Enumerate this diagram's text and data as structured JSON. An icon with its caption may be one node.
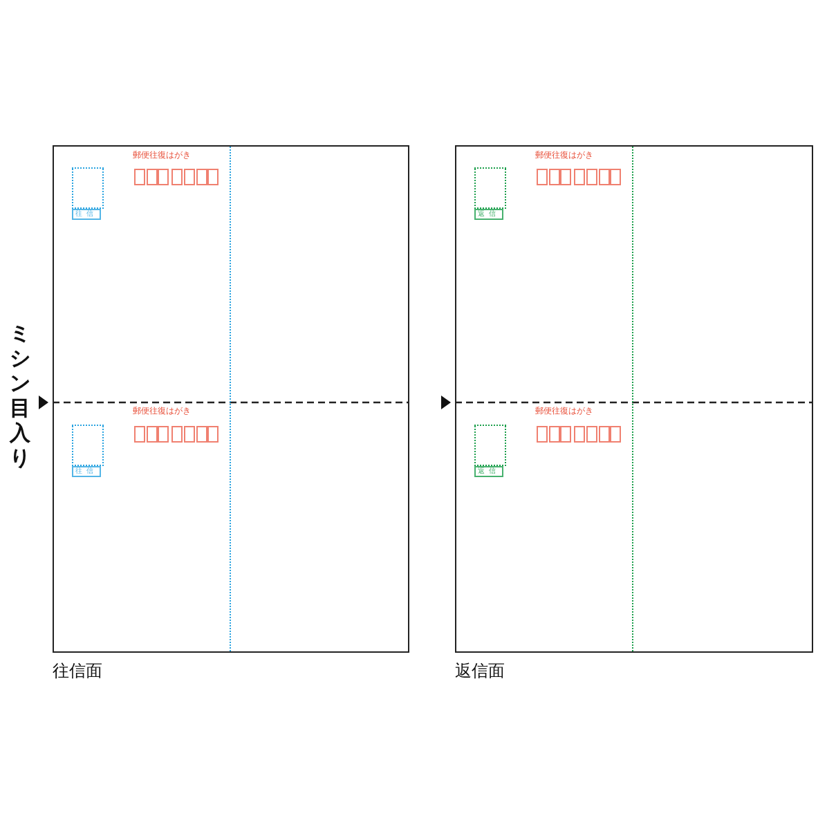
{
  "diagram": {
    "nodes": [
      {
        "text": [
          "往信面"
        ]
      },
      {
        "text": [],
        "shape": "box",
        "in": 0
      },
      {
        "text": [
          "往信"
        ],
        "in": 0
      },
      {
        "text": [],
        "shape": "box",
        "in": 0
      },
      {
        "text": [
          "往信"
        ],
        "in": 0
      },
      {
        "text": [
          "返信面"
        ]
      },
      {
        "text": [],
        "shape": "box",
        "in": 5
      },
      {
        "text": [
          "返信"
        ],
        "in": 5
      },
      {
        "text": [],
        "shape": "box",
        "in": 5
      },
      {
        "text": [
          "返信"
        ],
        "in": 5
      }
    ],
    "labels": [
      "郵便往復はがき",
      "郵便往復はがき",
      "ミシン目入り",
      "郵便往復はがき",
      "郵便往復はがき"
    ]
  }
}
